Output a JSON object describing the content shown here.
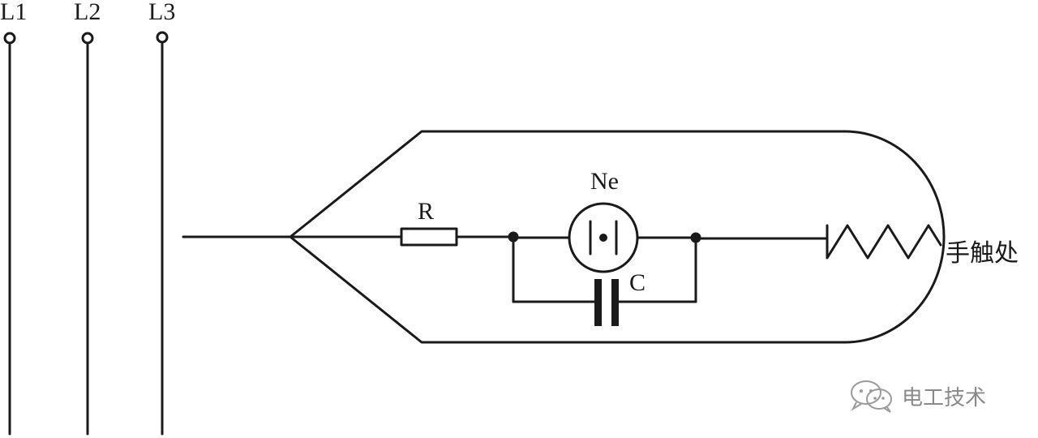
{
  "lines": {
    "l1": "L1",
    "l2": "L2",
    "l3": "L3"
  },
  "components": {
    "resistor": "R",
    "neon_lamp": "Ne",
    "capacitor": "C"
  },
  "touch_point_label": "手触处",
  "watermark": {
    "text": "电工技术",
    "icon": "wechat-chat-icon"
  },
  "colors": {
    "stroke": "#1a1a1a",
    "watermark": "#8a8a8a"
  }
}
